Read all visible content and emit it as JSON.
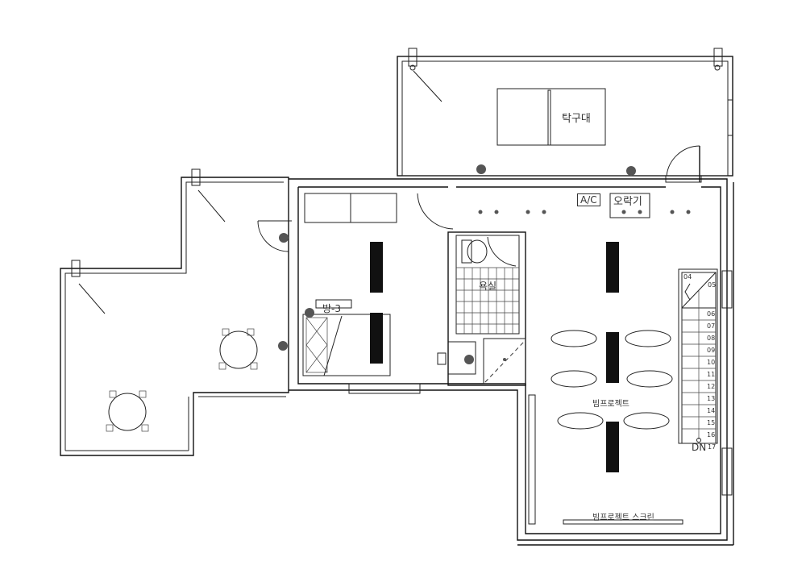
{
  "plan": {
    "rooms": {
      "table_tennis": "탁구대",
      "ac": "A/C",
      "arcade": "오락기",
      "bathroom": "욕실",
      "room3": "방-3",
      "projector": "빔프로젝트",
      "projector_screen": "빔프로젝트 스크린",
      "stair_direction": "DN"
    },
    "stairs": {
      "steps": [
        "04",
        "05",
        "06",
        "07",
        "08",
        "09",
        "10",
        "11",
        "12",
        "13",
        "14",
        "15",
        "16",
        "17"
      ]
    },
    "colors": {
      "line": "#111111",
      "fixture_fill": "#111111",
      "light_dot": "#555555",
      "background": "#ffffff"
    }
  }
}
